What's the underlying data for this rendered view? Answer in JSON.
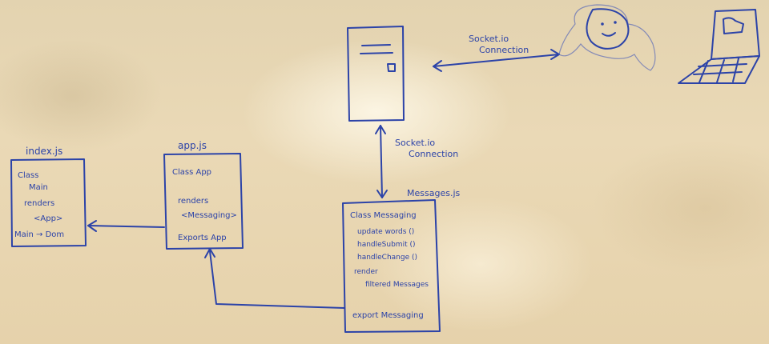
{
  "server_link": {
    "line1": "Socket.io",
    "line2": "Connection"
  },
  "messages_link": {
    "line1": "Socket.io",
    "line2": "Connection"
  },
  "index_box": {
    "filename": "index.js",
    "lines": [
      "Class",
      "Main",
      "renders",
      "<App>",
      "Main → Dom"
    ]
  },
  "app_box": {
    "filename": "app.js",
    "lines": [
      "Class App",
      "renders",
      "<Messaging>",
      "Exports App"
    ]
  },
  "messages_box": {
    "filename": "Messages.js",
    "lines": [
      "Class Messaging",
      "update words ()",
      "handleSubmit ()",
      "handleChange ()",
      "render",
      "filtered Messages",
      "export Messaging"
    ]
  },
  "ink_color": "#2c43a8",
  "icons": [
    "server-icon",
    "person-face-icon",
    "laptop-icon"
  ]
}
